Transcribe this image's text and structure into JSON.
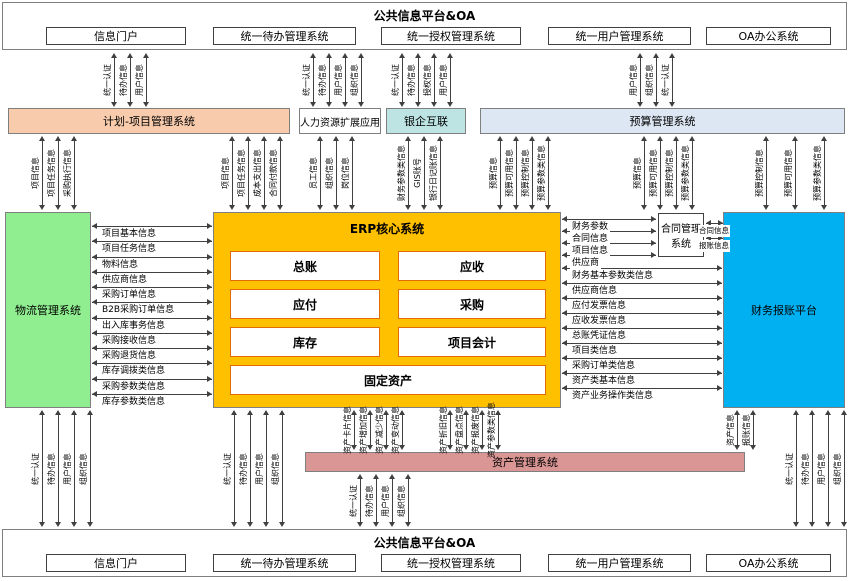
{
  "platform_top": {
    "title": "公共信息平台&OA",
    "boxes": [
      "信息门户",
      "统一待办管理系统",
      "统一授权管理系统",
      "统一用户管理系统",
      "OA办公系统"
    ]
  },
  "platform_bottom": {
    "title": "公共信息平台&OA",
    "boxes": [
      "信息门户",
      "统一待办管理系统",
      "统一授权管理系统",
      "统一用户管理系统",
      "OA办公系统"
    ]
  },
  "row2": {
    "plan": "计划-项目管理系统",
    "hr": "人力资源扩展应用",
    "bank": "银企互联",
    "budget": "预算管理系统"
  },
  "core": {
    "logistics": "物流管理系统",
    "erp": {
      "title": "ERP核心系统",
      "modules": [
        "总账",
        "应收",
        "应付",
        "采购",
        "库存",
        "项目会计",
        "固定资产"
      ]
    },
    "finance": "财务报账平台",
    "contract": "合同管理系统",
    "asset": "资产管理系统"
  },
  "connectors": {
    "top_plan": [
      "统一认证",
      "待办信息",
      "用户信息"
    ],
    "top_hr": [
      "统一认证",
      "待办信息",
      "用户信息",
      "组织信息"
    ],
    "top_auth": [
      "统一认证",
      "待办信息",
      "授权信息",
      "用户信息"
    ],
    "top_user": [
      "用户信息",
      "组织信息",
      "统一认证"
    ],
    "plan_logistics": [
      "项目信息",
      "项目任务信息",
      "采购执行信息"
    ],
    "plan_erp": [
      "项目信息",
      "项目任务信息",
      "成本支出信息",
      "合同付款信息"
    ],
    "hr_erp": [
      "员工信息",
      "组织信息",
      "岗位信息"
    ],
    "bank_erp": [
      "财务参数类信息",
      "GIS账号",
      "银行日记账信息"
    ],
    "budget_erp": [
      "预算信息",
      "预算可用信息",
      "预算控制信息",
      "预算参数类信息"
    ],
    "budget_contract": [
      "预算信息",
      "预算可用信息",
      "预算控制信息",
      "预算参数类信息"
    ],
    "budget_finance": [
      "预算控制信息",
      "预算可用信息",
      "预算参数类信息"
    ],
    "contract_erp": [
      "财务参数",
      "合同信息",
      "项目信息",
      "供应商"
    ],
    "contract_finance": [
      "合同信息",
      "报账信息"
    ],
    "erp_logistics": [
      "项目基本信息",
      "项目任务信息",
      "物料信息",
      "供应商信息",
      "采购订单信息",
      "B2B采购订单信息",
      "出入库事务信息",
      "采购接收信息",
      "采购退货信息",
      "库存调拨类信息",
      "采购参数类信息",
      "库存参数类信息"
    ],
    "erp_finance": [
      "财务基本参数类信息",
      "供应商信息",
      "应付发票信息",
      "应收发票信息",
      "总账凭证信息",
      "项目类信息",
      "采购订单类信息",
      "资产类基本信息",
      "资产业务操作类信息"
    ],
    "erp_asset_left": [
      "资产卡片信息",
      "资产增加信息",
      "资产减少信息",
      "资产变动信息"
    ],
    "erp_asset_right": [
      "资产折旧信息",
      "资产盘点信息",
      "资产报废信息",
      "资产参数类信息"
    ],
    "finance_asset": [
      "资产信息",
      "报账信息"
    ],
    "logistics_oa": [
      "统一认证",
      "待办信息",
      "用户信息",
      "组织信息"
    ],
    "erp_oa": [
      "统一认证",
      "待办信息",
      "用户信息",
      "组织信息"
    ],
    "asset_oa": [
      "统一认证",
      "待办信息",
      "用户信息",
      "组织信息"
    ],
    "finance_oa": [
      "统一认证",
      "待办信息",
      "用户信息",
      "组织信息"
    ]
  },
  "colors": {
    "plan": "#F8CBAD",
    "bank": "#BDE3E3",
    "budget": "#DDE7F3",
    "logistics": "#90EE90",
    "erp": "#FFC000",
    "erp_module_border": "#E36C09",
    "finance": "#00B0F0",
    "asset": "#D99694",
    "arrow": "#404040"
  }
}
